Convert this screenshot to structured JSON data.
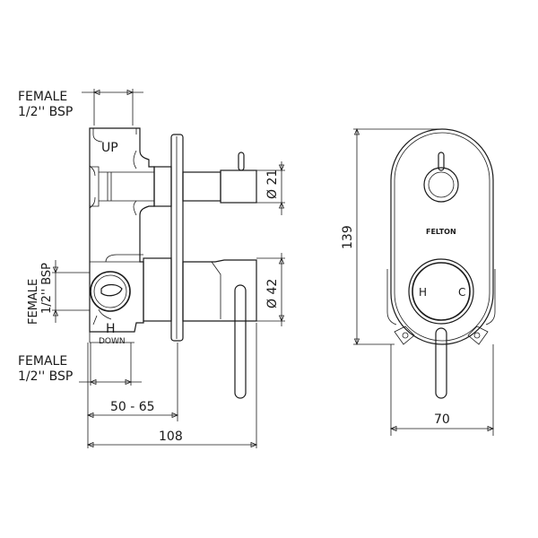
{
  "labels": {
    "female": "FEMALE",
    "bsp": "1/2'' BSP",
    "bsp_alt": "1/2\" BSP",
    "up": "UP",
    "down": "DOWN",
    "h_mark": "H",
    "brand": "FELTON",
    "hot": "H",
    "cold": "C"
  },
  "dimensions": {
    "dia_small": "Ø 21",
    "dia_large": "Ø 42",
    "depth_range": "50 - 65",
    "depth_total": "108",
    "height": "139",
    "width": "70"
  }
}
